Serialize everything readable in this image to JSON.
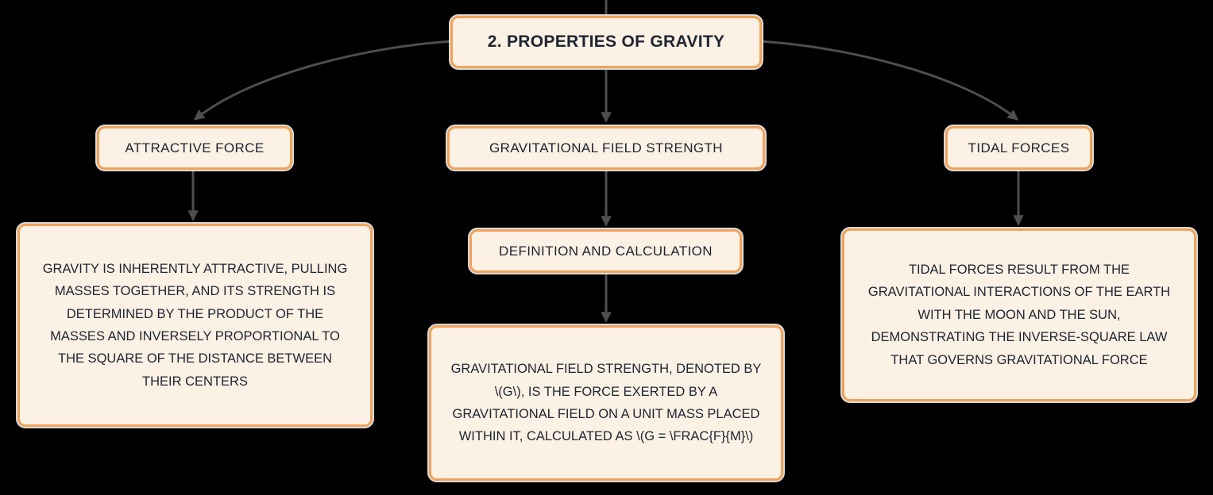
{
  "canvas": {
    "background": "#000000"
  },
  "colors": {
    "node_background": "#FBF1E5",
    "node_border": "#F1A35B",
    "node_text": "#1E2430",
    "connector": "#4E4E4E"
  },
  "mindmap": {
    "root": {
      "label": "2. PROPERTIES OF GRAVITY"
    },
    "branches": [
      {
        "label": "ATTRACTIVE FORCE",
        "detail": "GRAVITY IS INHERENTLY ATTRACTIVE, PULLING MASSES TOGETHER, AND ITS STRENGTH IS DETERMINED BY THE PRODUCT OF THE MASSES AND INVERSELY PROPORTIONAL TO THE SQUARE OF THE DISTANCE BETWEEN THEIR CENTERS"
      },
      {
        "label": "GRAVITATIONAL FIELD STRENGTH",
        "subtopic": "DEFINITION AND CALCULATION",
        "detail": "GRAVITATIONAL FIELD STRENGTH, DENOTED BY \\(G\\), IS THE FORCE EXERTED BY A GRAVITATIONAL FIELD ON A UNIT MASS PLACED WITHIN IT, CALCULATED AS \\(G = \\FRAC{F}{M}\\)"
      },
      {
        "label": "TIDAL FORCES",
        "detail": "TIDAL FORCES RESULT FROM THE GRAVITATIONAL INTERACTIONS OF THE EARTH WITH THE MOON AND THE SUN, DEMONSTRATING THE INVERSE-SQUARE LAW THAT GOVERNS GRAVITATIONAL FORCE"
      }
    ]
  }
}
